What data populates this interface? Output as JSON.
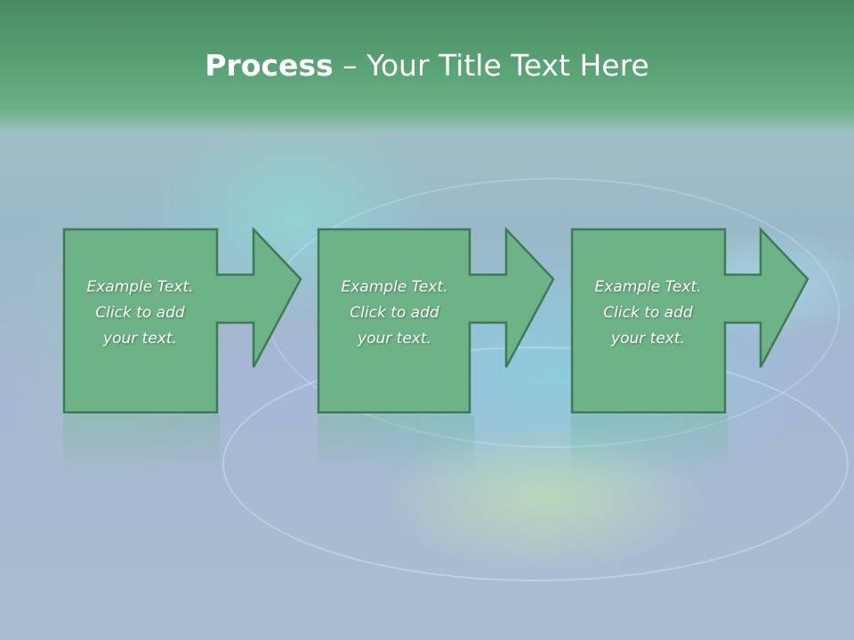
{
  "slide": {
    "title_bold": "Process",
    "title_rest": " – Your Title Text Here"
  },
  "steps": [
    {
      "lines": [
        "Example Text.",
        "Click  to add",
        "your text."
      ]
    },
    {
      "lines": [
        "Example Text.",
        "Click  to add",
        "your text."
      ]
    },
    {
      "lines": [
        "Example Text.",
        "Click  to add",
        "your text."
      ]
    }
  ],
  "colors": {
    "box_fill": "#6db387",
    "box_stroke": "#3f7a56",
    "title_band": "#5aa577"
  }
}
